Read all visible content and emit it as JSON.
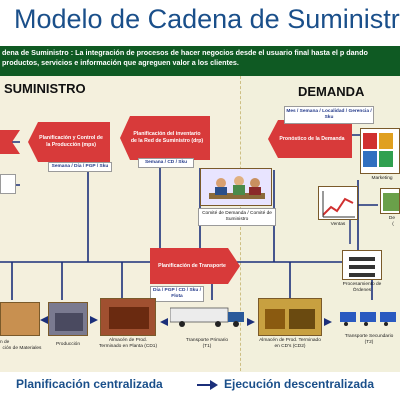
{
  "title": "Modelo de Cadena de Suministro",
  "definition": "dena de Suministro : La integración de procesos de hacer negocios desde el usuario final hasta el p dando productos, servicios e información que agreguen valor a los clientes.",
  "sections": {
    "supply": "SUMINISTRO",
    "demand": "DEMANDA"
  },
  "supply_arrows": {
    "mps": "Planificación y Control de la Producción (mps)",
    "drp": "Planificación del inventario de la Red de Suministro (drp)",
    "transport": "Planificación de Transporte"
  },
  "demand_arrow": "Pronóstico de la Demanda",
  "tags": {
    "mps": "Semana / Día / PGP / Sku",
    "drp": "Semana / CD / Sku",
    "demand": "Mes / Semana / Localidad / Gerencia / Sku",
    "transport": "Día / PGP / CD / Sku / Flota",
    "committee": "Comité de Demanda / Comité de Suministro"
  },
  "nodes": {
    "marketing": "Marketing",
    "ventas": "Ventas",
    "de_right": "De",
    "de_right2": "(",
    "ordenes": "Procesamiento de Órdenes",
    "materiales": "ción de Materiales",
    "materiales_pre": "n de",
    "produccion": "Producción",
    "cd1": "Almacén de Prod. Terminado en Planta (CD1)",
    "t1": "Transporte Primario (T1)",
    "cd2": "Almacén de Prod. Terminado en CD's (CD2)",
    "t2": "Transporte Secundario (T2)"
  },
  "bottom": {
    "left": "Planificación centralizada",
    "right": "Ejecución descentralizada"
  },
  "colors": {
    "title": "#1a4f8a",
    "band": "#0f5a23",
    "arrow": "#d83a3a",
    "connector": "#1b2f7a"
  }
}
